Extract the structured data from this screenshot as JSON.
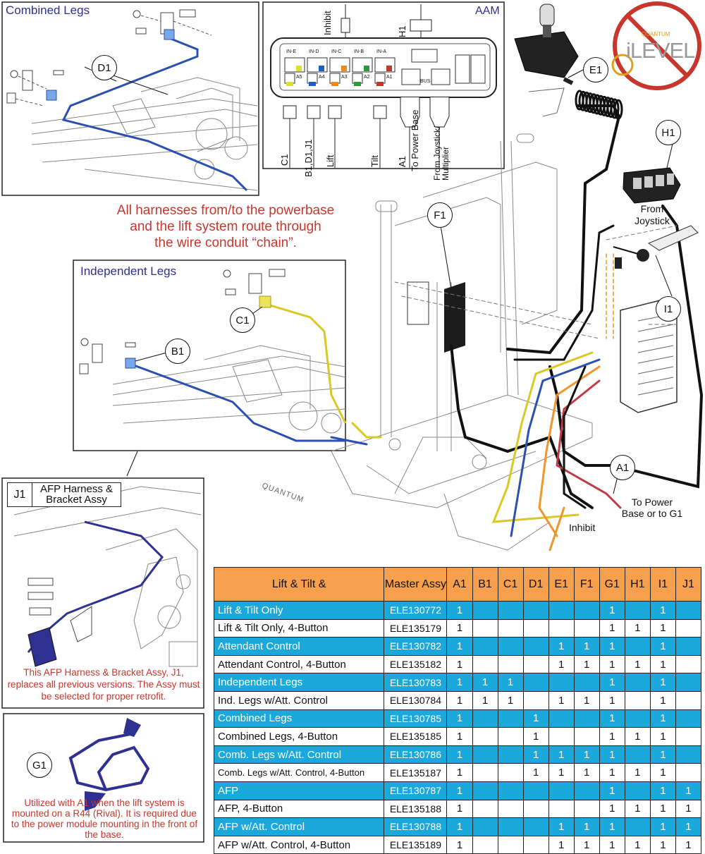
{
  "panels": {
    "combined_legs_title": "Combined Legs",
    "independent_legs_title": "Independent Legs",
    "aam_title": "AAM"
  },
  "routing_note": [
    "All harnesses from/to the powerbase",
    "and the lift system route through",
    "the wire conduit “chain”."
  ],
  "callouts": {
    "d1": "D1",
    "c1": "C1",
    "b1": "B1",
    "e1": "E1",
    "h1": "H1",
    "f1": "F1",
    "i1": "I1",
    "a1": "A1",
    "g1": "G1",
    "j1": "J1"
  },
  "aam": {
    "top_labels": {
      "inhibit": "Inhibit",
      "h1": "H1"
    },
    "port_labels": [
      "IN-E",
      "IN-D",
      "IN-C",
      "IN-B",
      "IN-A",
      "A5",
      "A4",
      "A3",
      "A2",
      "A1",
      "BUS"
    ],
    "bottom_labels": {
      "c1": "C1",
      "b1d1j1": "B1,D1,J1",
      "lift": "Lift",
      "tilt": "Tilt",
      "a1": "A1",
      "to_power_base": "To Power Base",
      "from_joystick": "From Joystick/ Multiplier"
    },
    "port_colors": [
      "#d8e23a",
      "#1f5fbf",
      "#f08a1c",
      "#2e9a3c",
      "#c0392b"
    ]
  },
  "labels": {
    "from_joystick": "From Joystick",
    "to_power_base": "To Power Base or to G1",
    "inhibit": "Inhibit",
    "chassis_brand": "QUANTUM",
    "logo_text": "iLEVEL",
    "logo_brand": "QUANTUM"
  },
  "j1_box": {
    "id": "J1",
    "title": "AFP Harness & Bracket Assy",
    "note": "This AFP Harness & Bracket Assy, J1, replaces all previous versions. The Assy must be selected for proper retrofit."
  },
  "g1_box": {
    "note": "Utilized with A1 when the lift system is mounted on a R44 (Rival). It is required due to the power module mounting in the front of the base."
  },
  "table": {
    "header": [
      "Lift & Tilt &",
      "Master Assy",
      "A1",
      "B1",
      "C1",
      "D1",
      "E1",
      "F1",
      "G1",
      "H1",
      "I1",
      "J1"
    ],
    "rows": [
      {
        "name": "Lift & Tilt Only",
        "code": "ELE130772",
        "vals": [
          "1",
          "",
          "",
          "",
          "",
          "",
          "1",
          "",
          "1",
          ""
        ],
        "hl": true
      },
      {
        "name": "Lift & Tilt Only, 4-Button",
        "code": "ELE135179",
        "vals": [
          "1",
          "",
          "",
          "",
          "",
          "",
          "1",
          "1",
          "1",
          ""
        ],
        "hl": false
      },
      {
        "name": "Attendant Control",
        "code": "ELE130782",
        "vals": [
          "1",
          "",
          "",
          "",
          "1",
          "1",
          "1",
          "",
          "1",
          ""
        ],
        "hl": true
      },
      {
        "name": "Attendant Control, 4-Button",
        "code": "ELE135182",
        "vals": [
          "1",
          "",
          "",
          "",
          "1",
          "1",
          "1",
          "1",
          "1",
          ""
        ],
        "hl": false
      },
      {
        "name": "Independent Legs",
        "code": "ELE130783",
        "vals": [
          "1",
          "1",
          "1",
          "",
          "",
          "",
          "1",
          "",
          "1",
          ""
        ],
        "hl": true
      },
      {
        "name": "Ind. Legs w/Att. Control",
        "code": "ELE130784",
        "vals": [
          "1",
          "1",
          "1",
          "",
          "1",
          "1",
          "1",
          "",
          "1",
          ""
        ],
        "hl": false
      },
      {
        "name": "Combined Legs",
        "code": "ELE130785",
        "vals": [
          "1",
          "",
          "",
          "1",
          "",
          "",
          "1",
          "",
          "1",
          ""
        ],
        "hl": true
      },
      {
        "name": "Combined Legs, 4-Button",
        "code": "ELE135185",
        "vals": [
          "1",
          "",
          "",
          "1",
          "",
          "",
          "1",
          "1",
          "1",
          ""
        ],
        "hl": false
      },
      {
        "name": "Comb. Legs w/Att. Control",
        "code": "ELE130786",
        "vals": [
          "1",
          "",
          "",
          "1",
          "1",
          "1",
          "1",
          "",
          "1",
          ""
        ],
        "hl": true
      },
      {
        "name": "Comb. Legs w/Att. Control, 4-Button",
        "code": "ELE135187",
        "vals": [
          "1",
          "",
          "",
          "1",
          "1",
          "1",
          "1",
          "1",
          "1",
          ""
        ],
        "hl": false
      },
      {
        "name": "AFP",
        "code": "ELE130787",
        "vals": [
          "1",
          "",
          "",
          "",
          "",
          "",
          "1",
          "",
          "1",
          "1"
        ],
        "hl": true
      },
      {
        "name": "AFP, 4-Button",
        "code": "ELE135188",
        "vals": [
          "1",
          "",
          "",
          "",
          "",
          "",
          "1",
          "1",
          "1",
          "1"
        ],
        "hl": false
      },
      {
        "name": "AFP w/Att. Control",
        "code": "ELE130788",
        "vals": [
          "1",
          "",
          "",
          "",
          "1",
          "1",
          "1",
          "",
          "1",
          "1"
        ],
        "hl": true
      },
      {
        "name": "AFP w/Att. Control, 4-Button",
        "code": "ELE135189",
        "vals": [
          "1",
          "",
          "",
          "",
          "1",
          "1",
          "1",
          "1",
          "1",
          "1"
        ],
        "hl": false
      }
    ]
  },
  "colors": {
    "panel_title": "#2e3192",
    "note_red": "#c8372d",
    "table_header": "#f6a04d",
    "table_highlight": "#1ba9dc",
    "wire_blue": "#2b50b0",
    "wire_yellow": "#d9c825",
    "wire_orange": "#f0962a",
    "wire_red": "#c03a48",
    "wire_black": "#111111"
  }
}
